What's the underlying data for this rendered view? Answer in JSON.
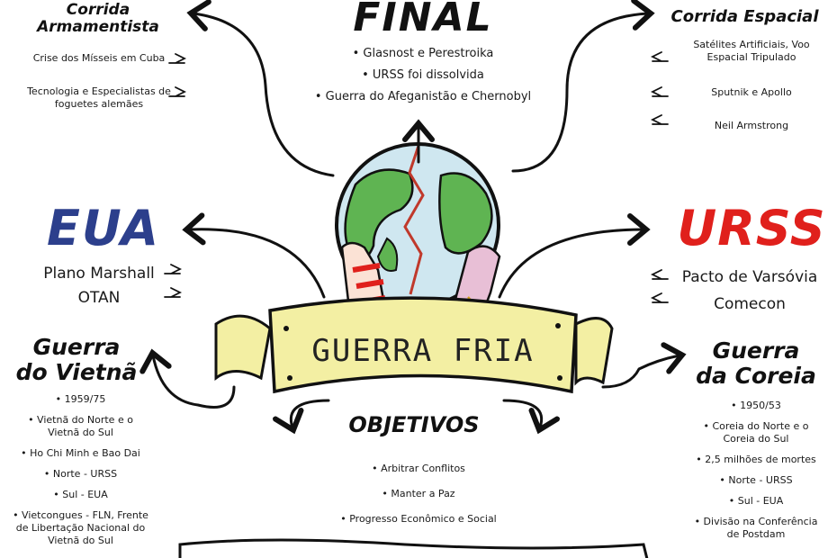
{
  "final": {
    "title": "FINAL",
    "items": [
      "• Glasnost e Perestroika",
      "• URSS foi dissolvida",
      "• Guerra do Afeganistão e Chernobyl"
    ]
  },
  "corrida_armamentista": {
    "title_line1": "Corrida",
    "title_line2": "Armamentista",
    "items": [
      "Crise dos Mísseis em Cuba",
      "Tecnologia e Especialistas de foguetes alemães"
    ]
  },
  "corrida_espacial": {
    "title": "Corrida Espacial",
    "items": [
      "Satélites Artificiais, Voo Espacial Tripulado",
      "Sputnik e Apollo",
      "Neil Armstrong"
    ]
  },
  "eua": {
    "title": "EUA",
    "items": [
      "Plano Marshall",
      "OTAN"
    ],
    "color": "#2c3f8c"
  },
  "urss": {
    "title": "URSS",
    "items": [
      "Pacto de Varsóvia",
      "Comecon"
    ],
    "color": "#e0201c"
  },
  "banner": {
    "text": "GUERRA FRIA",
    "color": "#f3efa3"
  },
  "vietna": {
    "title_line1": "Guerra",
    "title_line2": "do Vietnã",
    "items": [
      "• 1959/75",
      "• Vietnã do Norte e o Vietnã do Sul",
      "• Ho Chi Minh e Bao Dai",
      "• Norte - URSS",
      "• Sul - EUA",
      "• Vietcongues - FLN, Frente de Libertação Nacional do Vietnã do Sul"
    ]
  },
  "coreia": {
    "title_line1": "Guerra",
    "title_line2": "da Coreia",
    "items": [
      "• 1950/53",
      "• Coreia do Norte e o Coreia do Sul",
      "• 2,5 milhões de mortes",
      "• Norte - URSS",
      "• Sul - EUA",
      "• Divisão na Conferência de Postdam"
    ]
  },
  "objetivos": {
    "title": "OBJETIVOS",
    "items": [
      "• Arbitrar Conflitos",
      "• Manter a Paz",
      "• Progresso Econômico e Social"
    ]
  },
  "icons": {
    "globe": "globe-icon",
    "hammer_sickle": "hammer-sickle-icon",
    "arrows": "curved-arrow-icon"
  }
}
